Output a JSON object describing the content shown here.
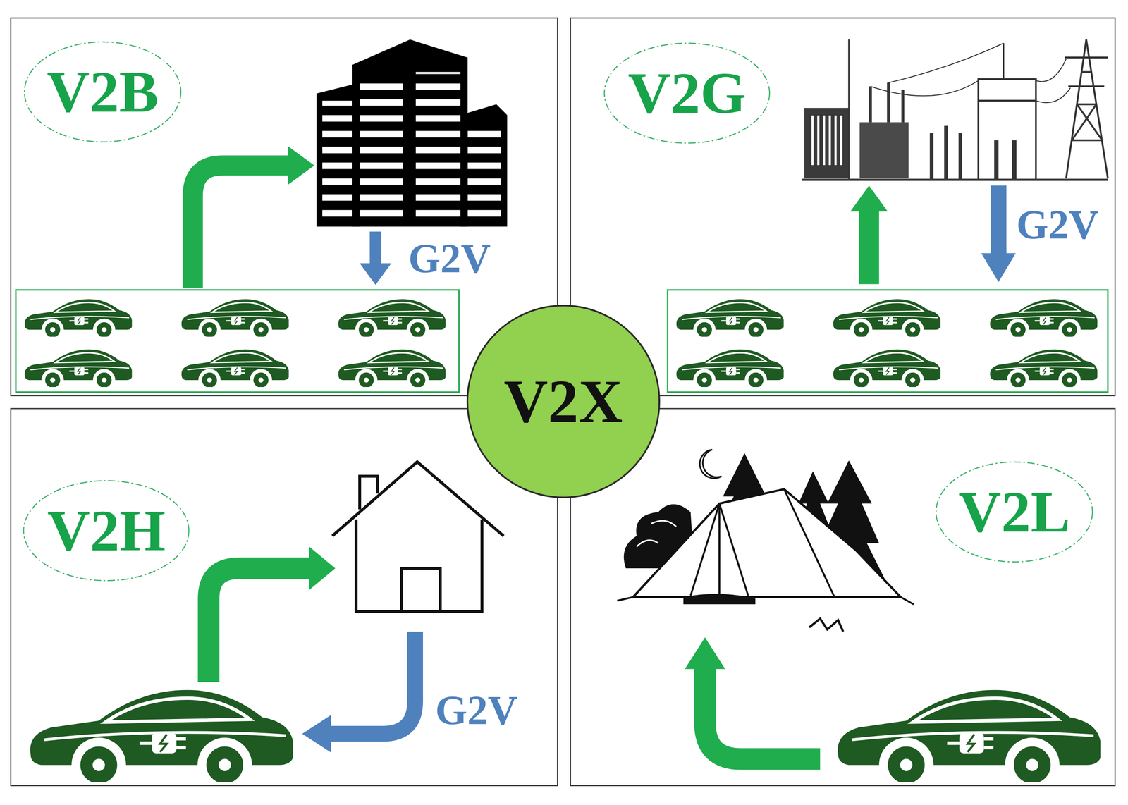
{
  "diagram": {
    "nodes": [
      {
        "text": [
          "V2B"
        ]
      },
      {
        "text": [
          "V2G"
        ]
      },
      {
        "text": [
          "V2X"
        ]
      },
      {
        "text": [
          "V2H"
        ]
      },
      {
        "text": [
          "V2L"
        ]
      }
    ],
    "labels": [
      "G2V",
      "G2V",
      "G2V"
    ]
  }
}
